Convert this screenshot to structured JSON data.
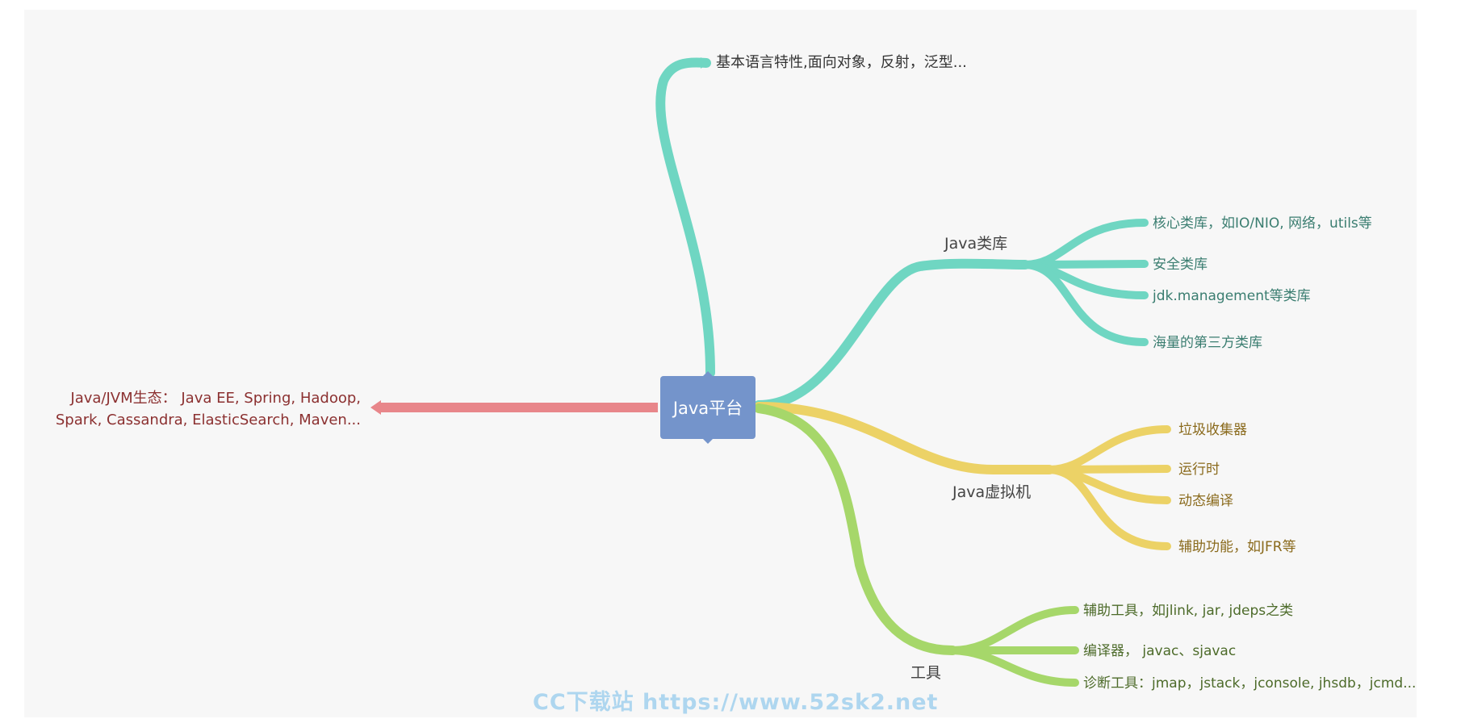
{
  "root": {
    "label": "Java平台",
    "color": "#7494cb"
  },
  "branches": {
    "lang": {
      "label": "基本语言特性,面向对象，反射，泛型...",
      "color": "#6fd6c2"
    },
    "ecosystem": {
      "label_line1": "Java/JVM生态： Java EE, Spring, Hadoop,",
      "label_line2": "Spark, Cassandra, ElasticSearch, Maven...",
      "color": "#e8868a"
    },
    "library": {
      "label": "Java类库",
      "color": "#6fd6c2",
      "children": [
        "核心类库，如IO/NIO, 网络，utils等",
        "安全类库",
        "jdk.management等类库",
        "海量的第三方类库"
      ]
    },
    "jvm": {
      "label": "Java虚拟机",
      "color": "#ecd266",
      "children": [
        "垃圾收集器",
        "运行时",
        "动态编译",
        "辅助功能，如JFR等"
      ]
    },
    "tools": {
      "label": "工具",
      "color": "#a6d76a",
      "children": [
        "辅助工具，如jlink, jar, jdeps之类",
        "编译器， javac、sjavac",
        "诊断工具：jmap，jstack，jconsole, jhsdb，jcmd..."
      ]
    }
  },
  "watermark": "CC下载站 https://www.52sk2.net"
}
